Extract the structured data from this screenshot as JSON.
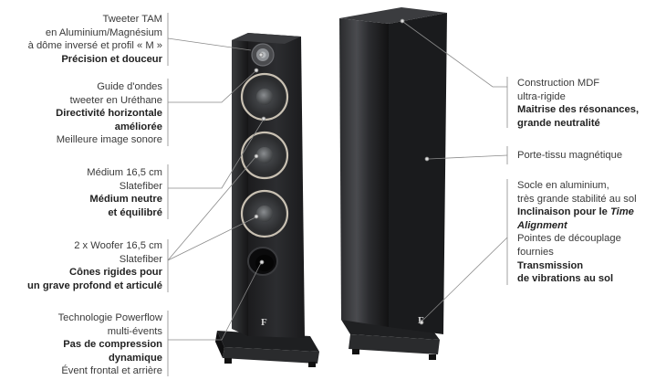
{
  "annotations": {
    "tweeter": {
      "lines": [
        "Tweeter TAM",
        "en Aluminium/Magnésium",
        "à dôme inversé et profil « M »"
      ],
      "bold": [
        "Précision et douceur"
      ],
      "after": []
    },
    "waveguide": {
      "lines": [
        "Guide d'ondes",
        "tweeter en Uréthane"
      ],
      "bold": [
        "Directivité horizontale",
        "améliorée"
      ],
      "after": [
        "Meilleure image sonore"
      ]
    },
    "midrange": {
      "lines": [
        "Médium 16,5 cm",
        "Slatefiber"
      ],
      "bold": [
        "Médium neutre",
        "et équilibré"
      ],
      "after": []
    },
    "woofer": {
      "lines": [
        "2 x Woofer 16,5 cm",
        "Slatefiber"
      ],
      "bold": [
        "Cônes rigides pour",
        "un grave profond et articulé"
      ],
      "after": []
    },
    "port": {
      "lines": [
        "Technologie Powerflow",
        "multi-évents"
      ],
      "bold": [
        "Pas de compression",
        "dynamique"
      ],
      "after": [
        "Évent frontal et arrière"
      ]
    },
    "cabinet": {
      "lines": [
        "Construction MDF",
        "ultra-rigide"
      ],
      "bold": [
        "Maitrise des résonances,",
        "grande neutralité"
      ],
      "after": []
    },
    "grille": {
      "lines": [
        "Porte-tissu magnétique"
      ],
      "bold": [],
      "after": []
    },
    "base": {
      "lines": [
        "Socle en aluminium,",
        "très grande stabilité au sol"
      ],
      "bold_mixed": "Inclinaison pour le",
      "italic_bold": "Time",
      "italic_bold_line": "Alignment",
      "after_mid": [
        "Pointes de découplage",
        "fournies"
      ],
      "bold2": [
        "Transmission",
        "de vibrations au sol"
      ]
    }
  },
  "logo_letter": "F"
}
